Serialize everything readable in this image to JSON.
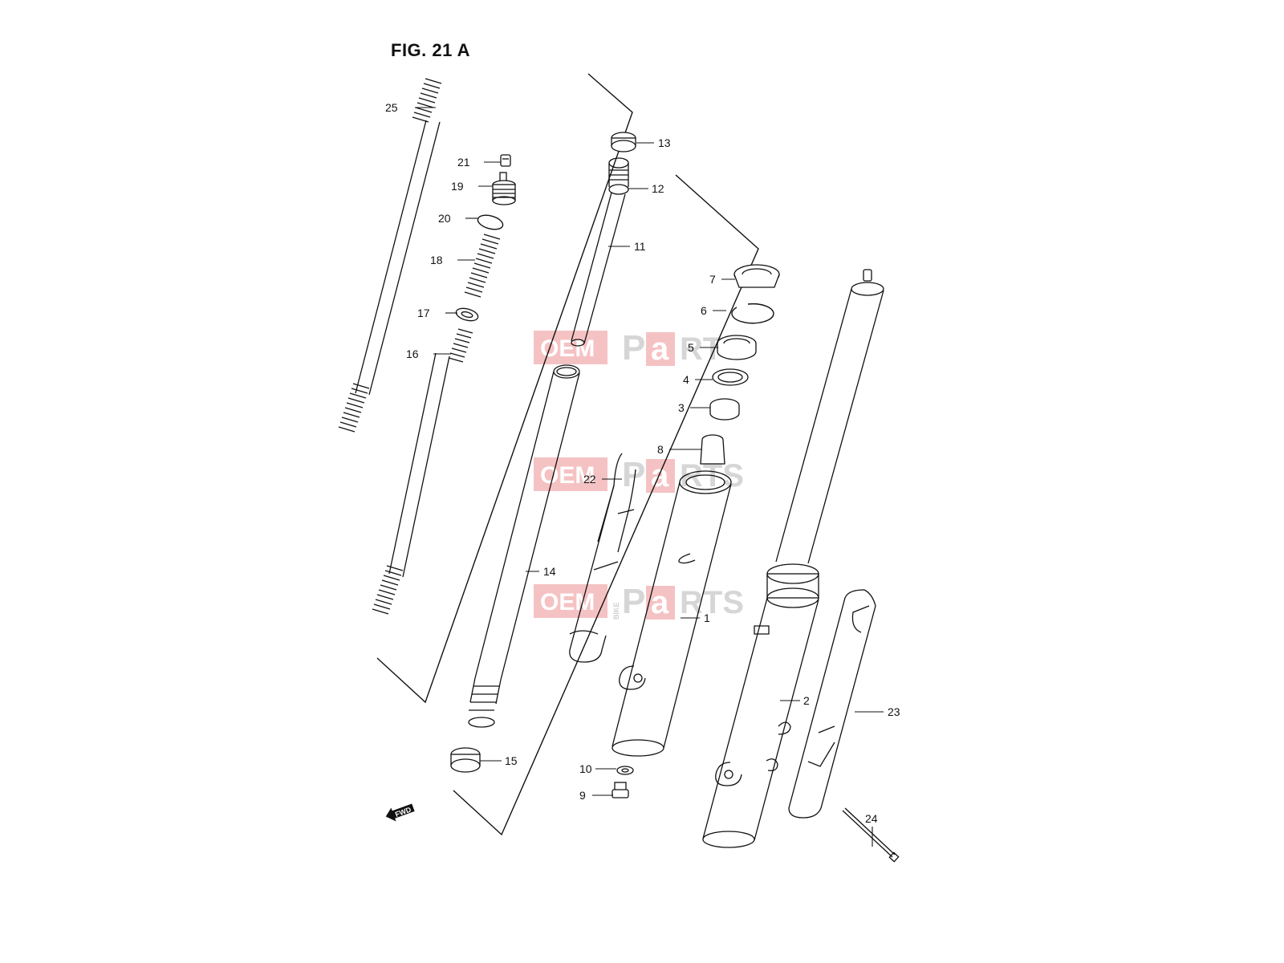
{
  "figure": {
    "title": "FIG. 21 A"
  },
  "callouts": [
    {
      "id": "25",
      "label": "25"
    },
    {
      "id": "21",
      "label": "21"
    },
    {
      "id": "19",
      "label": "19"
    },
    {
      "id": "20",
      "label": "20"
    },
    {
      "id": "18",
      "label": "18"
    },
    {
      "id": "17",
      "label": "17"
    },
    {
      "id": "16",
      "label": "16"
    },
    {
      "id": "13",
      "label": "13"
    },
    {
      "id": "12",
      "label": "12"
    },
    {
      "id": "11",
      "label": "11"
    },
    {
      "id": "7",
      "label": "7"
    },
    {
      "id": "6",
      "label": "6"
    },
    {
      "id": "5",
      "label": "5"
    },
    {
      "id": "4",
      "label": "4"
    },
    {
      "id": "3",
      "label": "3"
    },
    {
      "id": "8",
      "label": "8"
    },
    {
      "id": "22",
      "label": "22"
    },
    {
      "id": "14",
      "label": "14"
    },
    {
      "id": "1",
      "label": "1"
    },
    {
      "id": "2",
      "label": "2"
    },
    {
      "id": "23",
      "label": "23"
    },
    {
      "id": "15",
      "label": "15"
    },
    {
      "id": "10",
      "label": "10"
    },
    {
      "id": "9",
      "label": "9"
    },
    {
      "id": "24",
      "label": "24"
    }
  ],
  "direction_badge": {
    "label": "FWD"
  },
  "watermark": {
    "part_a": "OEM",
    "part_b": "BIKE",
    "part_c": "P",
    "part_d": "a",
    "part_e": "RTS",
    "accent_color": "#e8484f",
    "muted_color": "#c8c8c8"
  }
}
